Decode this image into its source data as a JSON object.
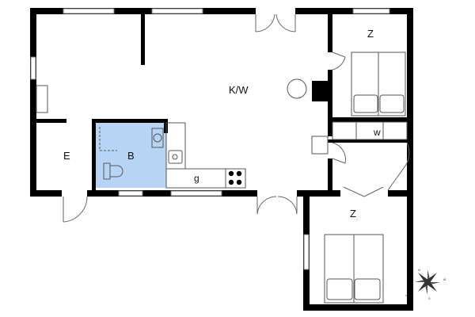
{
  "rooms": {
    "living_kitchen": "K/W",
    "bedroom_top": "Z",
    "bedroom_bottom": "Z",
    "bathroom": "B",
    "entrance": "E",
    "wardrobe": "w",
    "utility": "g"
  },
  "compass": {
    "north": "N",
    "south": "S",
    "east": "Ø",
    "west": "V"
  },
  "colors": {
    "wall": "#000000",
    "bathroom_fill": "#b8d4f5",
    "line": "#555555"
  }
}
